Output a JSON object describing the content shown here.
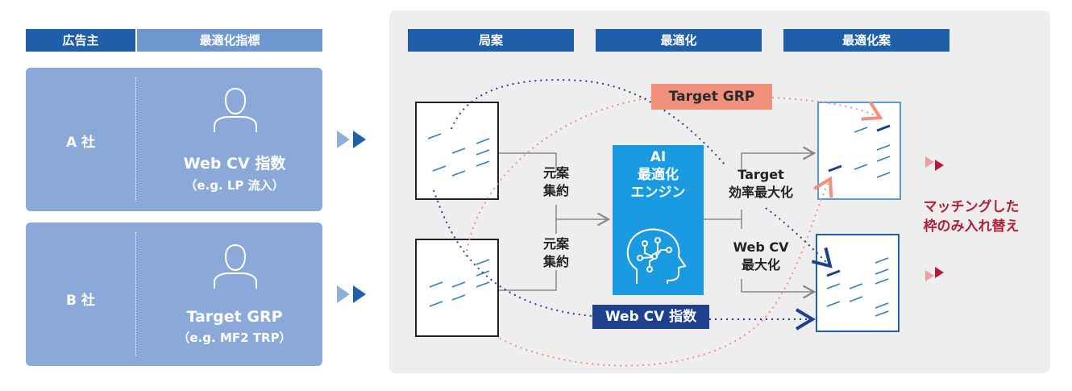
{
  "headers": {
    "advertiser": "広告主",
    "metric": "最適化指標",
    "station_plan": "局案",
    "optimize": "最適化",
    "optimized_plan": "最適化案"
  },
  "advertisers": [
    {
      "company": "A 社",
      "metric": "Web CV 指数",
      "example": "（e.g. LP 流入）"
    },
    {
      "company": "B 社",
      "metric": "Target GRP",
      "example": "（e.g. MF2 TRP）"
    }
  ],
  "flow": {
    "merge_label_1": [
      "元案",
      "集約"
    ],
    "merge_label_2": [
      "元案",
      "集約"
    ],
    "engine_lines": [
      "AI",
      "最適化",
      "エンジン"
    ],
    "target_output": [
      "Target",
      "効率最大化"
    ],
    "webcv_output": [
      "Web CV",
      "最大化"
    ],
    "target_grp_pill": "Target GRP",
    "webcv_pill": "Web CV 指数",
    "result": [
      "マッチングした",
      "枠のみ入れ替え"
    ]
  },
  "colors": {
    "header_dark": "#1f5ea8",
    "header_mid": "#6f97cf",
    "card": "#8ba9d8",
    "engine": "#1a9ae0",
    "salmon": "#f0907a",
    "navy": "#1f3f8f",
    "result_red": "#b01f37"
  },
  "icons": [
    "person-icon",
    "ai-head-icon",
    "double-chevron-icon"
  ]
}
